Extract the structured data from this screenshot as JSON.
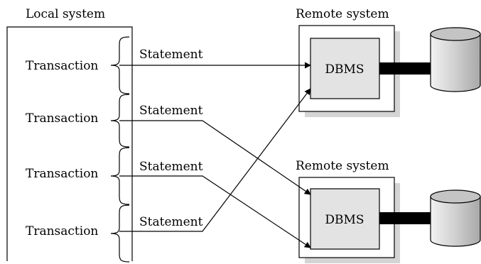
{
  "local_system": {
    "title": "Local system",
    "transactions": [
      {
        "label": "Transaction",
        "statement": "Statement"
      },
      {
        "label": "Transaction",
        "statement": "Statement"
      },
      {
        "label": "Transaction",
        "statement": "Statement"
      },
      {
        "label": "Transaction",
        "statement": "Statement"
      }
    ]
  },
  "remote_systems": [
    {
      "title": "Remote system",
      "dbms_label": "DBMS"
    },
    {
      "title": "Remote system",
      "dbms_label": "DBMS"
    }
  ],
  "colors": {
    "line": "#000000",
    "dbms_fill": "#e3e3e3",
    "shadow": "#d4d4d4",
    "cylinder_light": "#f2f2f2",
    "cylinder_dark": "#a8a8a8"
  }
}
